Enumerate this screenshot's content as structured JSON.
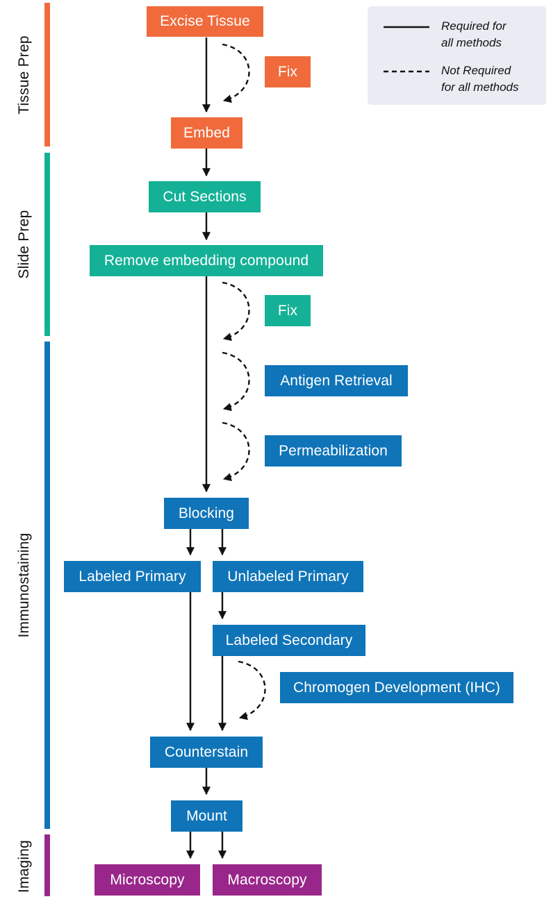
{
  "colors": {
    "tissue_prep": "#f06a3c",
    "slide_prep": "#14b196",
    "immunostaining": "#1074b8",
    "imaging": "#99278b",
    "arrow": "#111111",
    "legend_bg": "#e9ecf2"
  },
  "stages": {
    "tissue_prep": "Tissue Prep",
    "slide_prep": "Slide Prep",
    "immunostaining": "Immunostaining",
    "imaging": "Imaging"
  },
  "legend": {
    "required_line1": "Required for",
    "required_line2": "all methods",
    "not_required_line1": "Not Required",
    "not_required_line2": "for all methods"
  },
  "steps": {
    "excise_tissue": "Excise Tissue",
    "fix_tissue": "Fix",
    "embed": "Embed",
    "cut_sections": "Cut Sections",
    "remove_embedding": "Remove embedding compound",
    "fix_slide": "Fix",
    "antigen_retrieval": "Antigen Retrieval",
    "permeabilization": "Permeabilization",
    "blocking": "Blocking",
    "labeled_primary": "Labeled Primary",
    "unlabeled_primary": "Unlabeled Primary",
    "labeled_secondary": "Labeled Secondary",
    "chromogen_development": "Chromogen Development (IHC)",
    "counterstain": "Counterstain",
    "mount": "Mount",
    "microscopy": "Microscopy",
    "macroscopy": "Macroscopy"
  }
}
